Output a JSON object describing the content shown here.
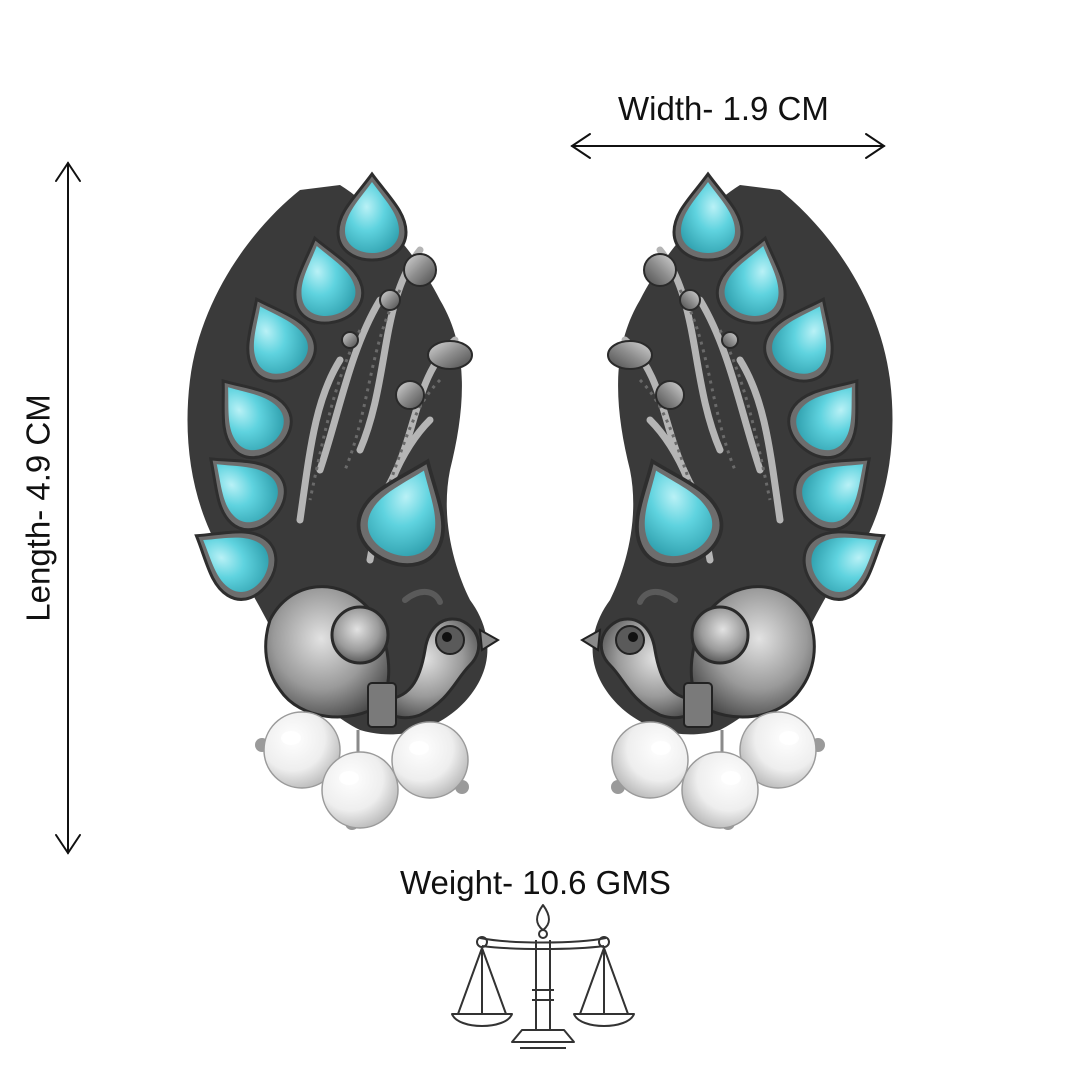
{
  "product_image": {
    "item": "peacock stud earrings",
    "stone_color": "#5fd3df",
    "metal_color": "#8a8a8a",
    "pearl_color": "#f2f2f2",
    "dimensions": {
      "width_label": "Width- 1.9 CM",
      "length_label": "Length- 4.9 CM",
      "weight_label": "Weight- 10.6 GMS"
    },
    "icons": [
      "double-arrow-horizontal",
      "double-arrow-vertical",
      "balance-scale-icon"
    ]
  }
}
